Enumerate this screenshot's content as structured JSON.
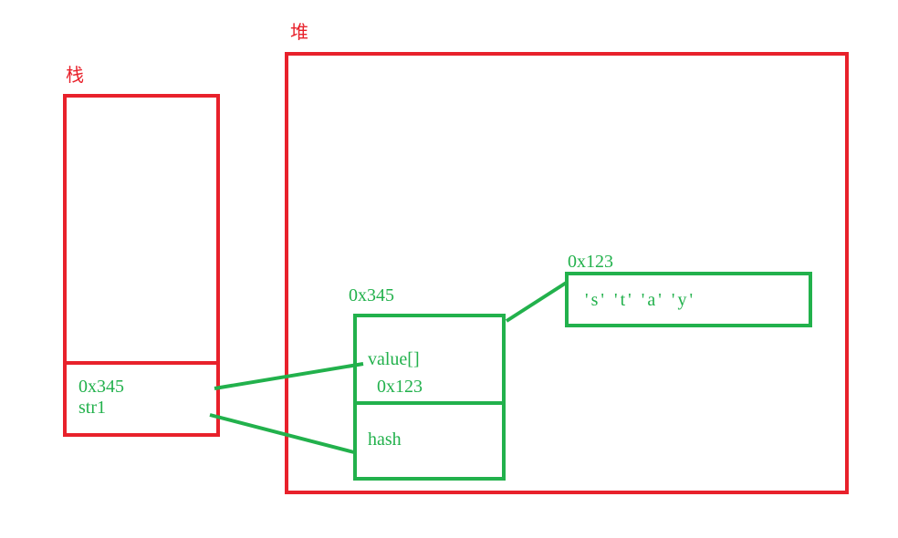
{
  "colors": {
    "memory_region": "#e8212b",
    "object": "#22b14c",
    "background": "#ffffff"
  },
  "stack": {
    "title": "栈",
    "slot_address": "0x345",
    "slot_variable": "str1"
  },
  "heap": {
    "title": "堆",
    "string_object": {
      "address": "0x345",
      "value_field": "value[]",
      "value_ref": "0x123",
      "hash_field": "hash"
    },
    "char_array": {
      "address": "0x123",
      "contents": "'s' 't' 'a' 'y'"
    }
  }
}
